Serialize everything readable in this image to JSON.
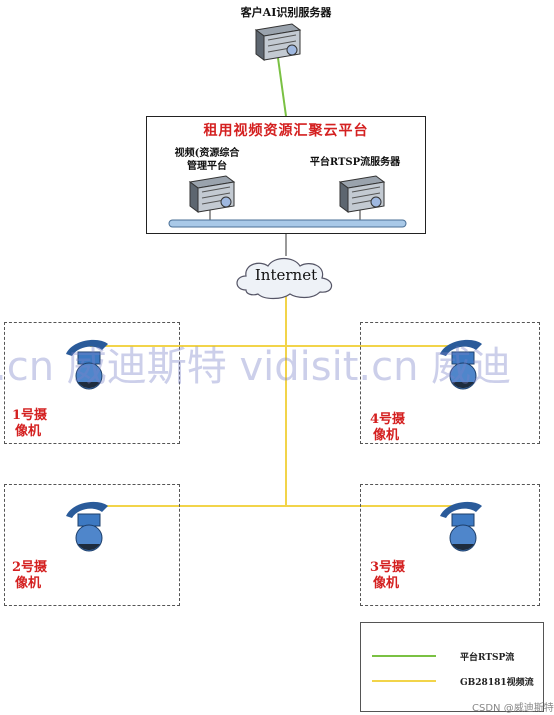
{
  "client_server": {
    "label": "客户AI识别服务器"
  },
  "platform": {
    "title": "租用视频资源汇聚云平台",
    "mgmt_server_label_line1": "视频(资源综合",
    "mgmt_server_label_line2": "管理平台",
    "rtsp_server_label": "平台RTSP流服务器"
  },
  "internet": {
    "label": "Internet"
  },
  "cameras": [
    {
      "id": "cam1",
      "line1": "1号摄",
      "line2": "像机"
    },
    {
      "id": "cam4",
      "line1": "4号摄",
      "line2": "像机"
    },
    {
      "id": "cam2",
      "line1": "2号摄",
      "line2": "像机"
    },
    {
      "id": "cam3",
      "line1": "3号摄",
      "line2": "像机"
    }
  ],
  "legend": {
    "items": [
      {
        "label": "平台RTSP流",
        "color": "#7ac143"
      },
      {
        "label": "GB28181视频流",
        "color": "#f2d44a"
      }
    ]
  },
  "watermark": {
    "text": ".cn 威迪斯特 vidisit.cn 威迪"
  },
  "footer": {
    "credit": "CSDN @威迪斯特"
  },
  "colors": {
    "rtsp_line": "#7ac143",
    "gb_line": "#f2d44a",
    "accent_red": "#d42020",
    "bus": "#a9c9e8"
  }
}
